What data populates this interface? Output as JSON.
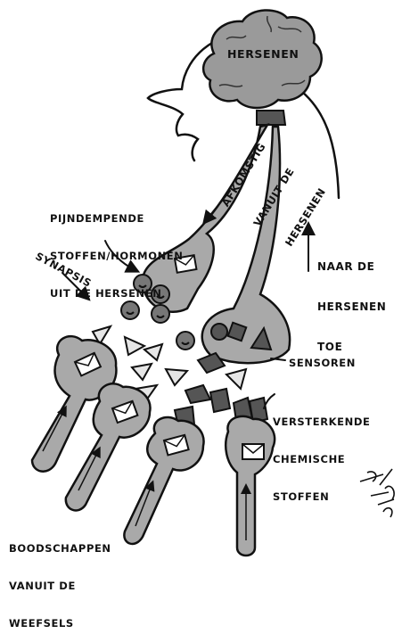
{
  "labels": {
    "brain": "HERSENEN",
    "descending": [
      "AFKOMSTIG",
      "VANUIT DE",
      "HERSENEN"
    ],
    "painkillers": [
      "PIJNDEMPENDE",
      "STOFFEN/HORMONEN",
      "UIT DE HERSENEN"
    ],
    "synapse": "SYNAPSIS",
    "ascending": [
      "NAAR DE",
      "HERSENEN",
      "TOE"
    ],
    "sensors": "SENSOREN",
    "amplifiers": [
      "VERSTERKENDE",
      "CHEMISCHE",
      "STOFFEN"
    ],
    "messages": [
      "BOODSCHAPPEN",
      "VANUIT DE",
      "WEEFSELS"
    ]
  },
  "colors": {
    "ink": "#111111",
    "neuron_fill": "#a9a9a9",
    "brain_fill": "#9a9a9a",
    "dark_shape": "#555555",
    "light_shape": "#e6e6e6",
    "background": "#ffffff"
  },
  "icons": {
    "message": "envelope-icon",
    "calming_molecule": "smiley-icon",
    "irritant_molecule": "triangle-icon",
    "amplifier_molecule": "cube-icon"
  }
}
